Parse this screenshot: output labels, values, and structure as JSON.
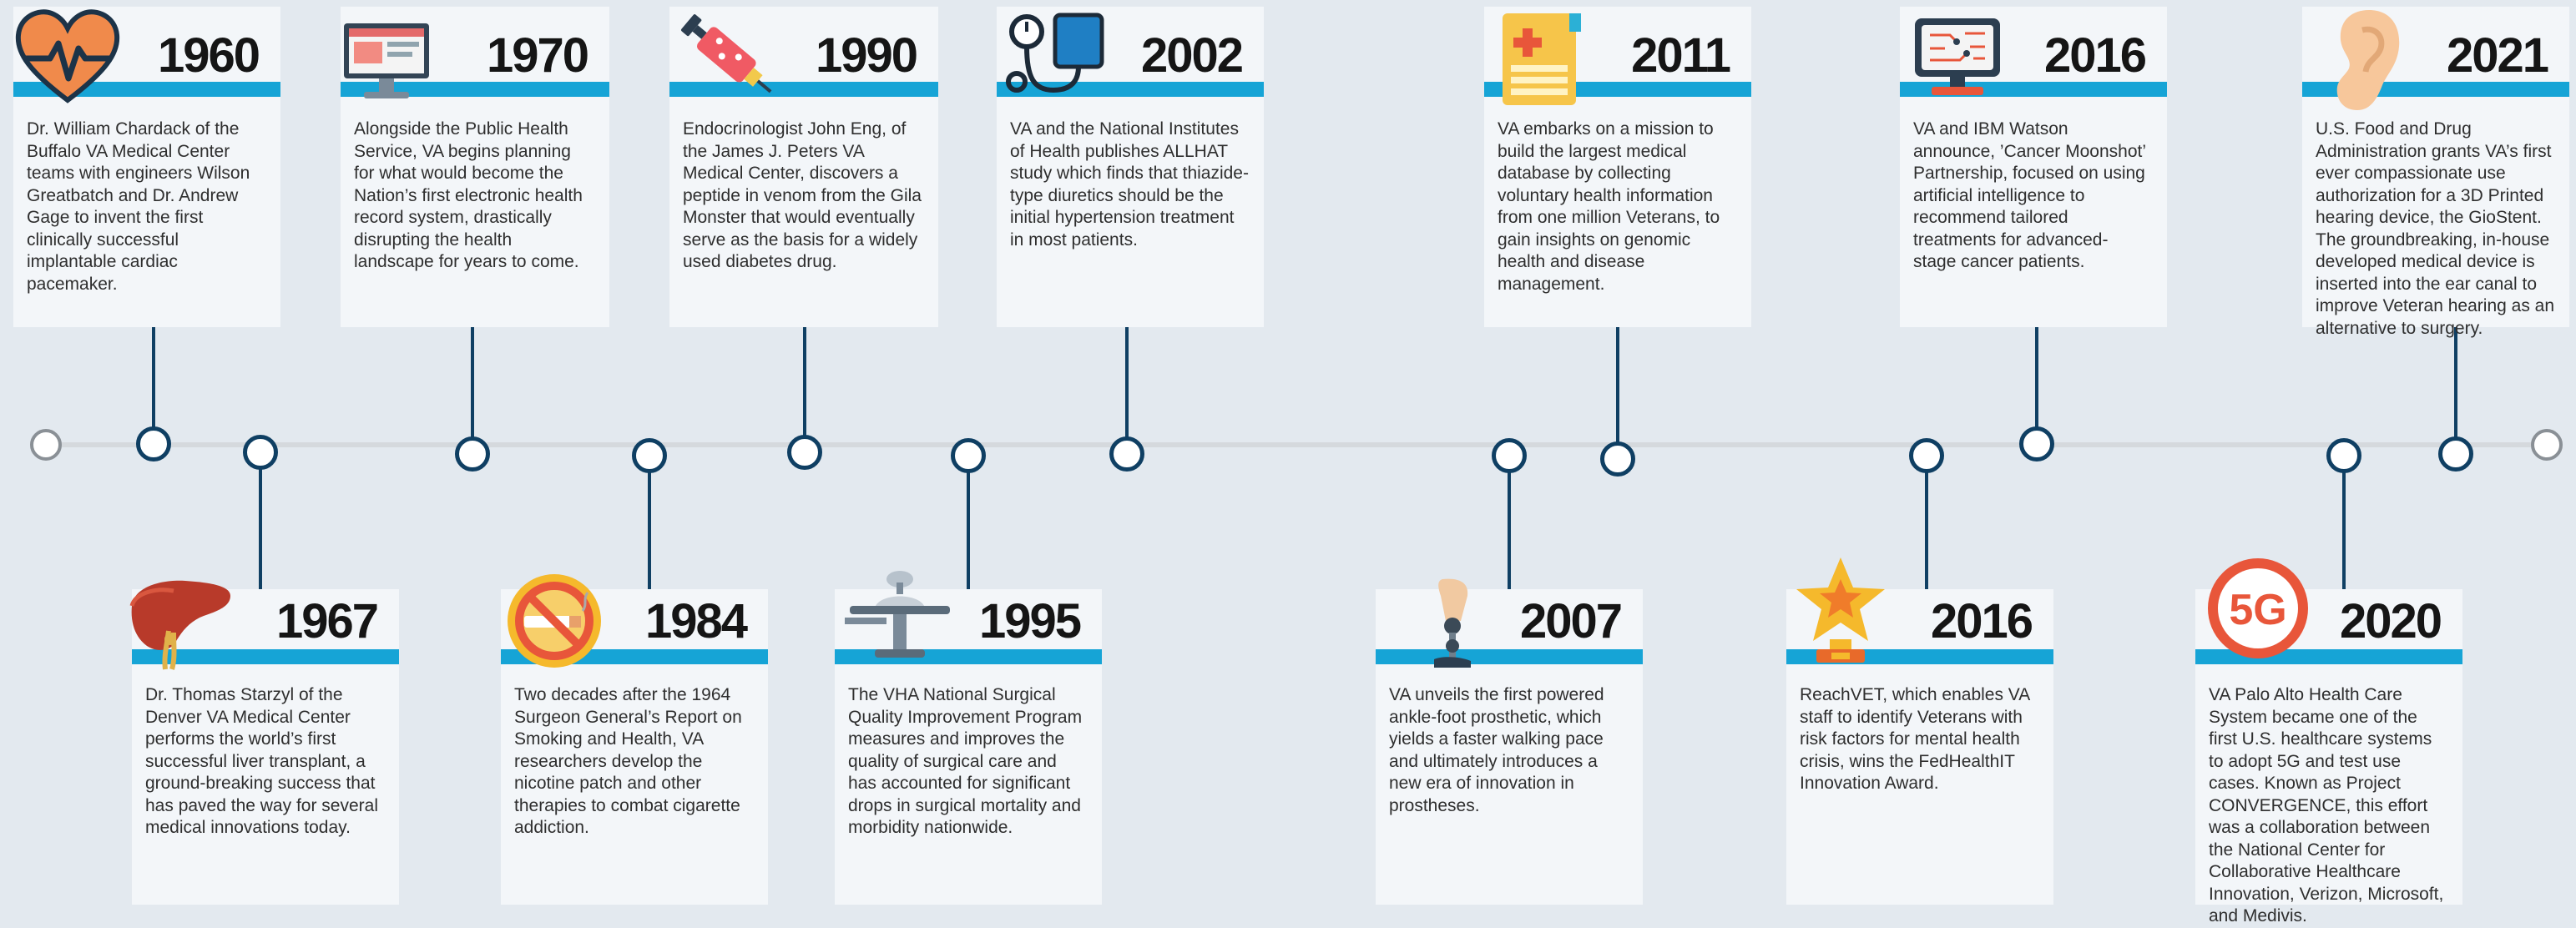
{
  "colors": {
    "background": "#e3e9ef",
    "card": "#f3f6f9",
    "accent_bar": "#16a4d6",
    "node_stroke": "#0f3f63",
    "axis": "#d5d9dd"
  },
  "events": [
    {
      "id": "1960",
      "year": "1960",
      "icon": "heart-pulse-icon",
      "position": "top",
      "text": "Dr. William Chardack of the Buffalo VA Medical Center teams with engineers Wilson Greatbatch and Dr. Andrew Gage to invent the first clinically successful implantable cardiac pacemaker."
    },
    {
      "id": "1967",
      "year": "1967",
      "icon": "liver-icon",
      "position": "bottom",
      "text": "Dr. Thomas Starzyl of the Denver VA Medical Center performs the world’s first successful liver transplant, a ground-breaking success that has paved the way for several medical innovations today."
    },
    {
      "id": "1970",
      "year": "1970",
      "icon": "computer-icon",
      "position": "top",
      "text": "Alongside the Public Health Service, VA begins planning for what would become the Nation’s first electronic health record system, drastically disrupting the health landscape for years to come."
    },
    {
      "id": "1984",
      "year": "1984",
      "icon": "no-smoking-icon",
      "position": "bottom",
      "text": "Two decades after the 1964 Surgeon General’s Report on Smoking and Health, VA researchers develop the nicotine patch and other therapies to combat cigarette addiction."
    },
    {
      "id": "1990",
      "year": "1990",
      "icon": "syringe-icon",
      "position": "top",
      "text": "Endocrinologist John Eng, of the James J. Peters VA Medical Center, discovers a peptide in venom from the Gila Monster that would eventually serve as the basis for a widely used diabetes drug."
    },
    {
      "id": "1995",
      "year": "1995",
      "icon": "surgical-lamp-icon",
      "position": "bottom",
      "text": "The VHA National Surgical Quality Improvement Program measures and improves the quality of surgical care and has accounted for significant drops in surgical mortality and morbidity nationwide."
    },
    {
      "id": "2002",
      "year": "2002",
      "icon": "blood-pressure-icon",
      "position": "top",
      "text": "VA and the National Institutes of Health publishes ALLHAT study which finds that thiazide-type diuretics should be the initial hypertension treatment in most patients."
    },
    {
      "id": "2007",
      "year": "2007",
      "icon": "prosthetic-leg-icon",
      "position": "bottom",
      "text": "VA unveils the first powered ankle-foot prosthetic, which yields a faster walking pace and ultimately introduces a new era of innovation in prostheses."
    },
    {
      "id": "2011",
      "year": "2011",
      "icon": "medical-record-icon",
      "position": "top",
      "text": "VA embarks on a mission to build the largest medical database by collecting voluntary health information from one million Veterans, to gain insights on genomic health and disease management."
    },
    {
      "id": "2016a",
      "year": "2016",
      "icon": "trophy-icon",
      "position": "bottom",
      "text": "ReachVET, which enables VA staff to identify Veterans with risk factors for mental health crisis, wins the FedHealthIT Innovation Award."
    },
    {
      "id": "2016b",
      "year": "2016",
      "icon": "circuit-monitor-icon",
      "position": "top",
      "text": "VA and IBM Watson announce, ’Cancer Moonshot’ Partnership, focused on using artificial intelligence to recommend tailored treatments for advanced- stage cancer patients."
    },
    {
      "id": "2020",
      "year": "2020",
      "icon": "5g-icon",
      "position": "bottom",
      "icon_label": "5G",
      "text": "VA Palo Alto Health Care System became one of the first U.S. healthcare systems to adopt 5G and test use cases. Known as Project CONVERGENCE, this effort was a collaboration between the National Center for Collaborative Healthcare Innovation, Verizon, Microsoft, and Medivis."
    },
    {
      "id": "2021",
      "year": "2021",
      "icon": "ear-icon",
      "position": "top",
      "text": "U.S. Food and Drug Administration grants VA’s first ever compassionate use authorization for a 3D Printed hearing device, the GioStent. The groundbreaking, in-house developed medical device is inserted into the ear canal to improve Veteran hearing as an alternative to surgery."
    }
  ]
}
